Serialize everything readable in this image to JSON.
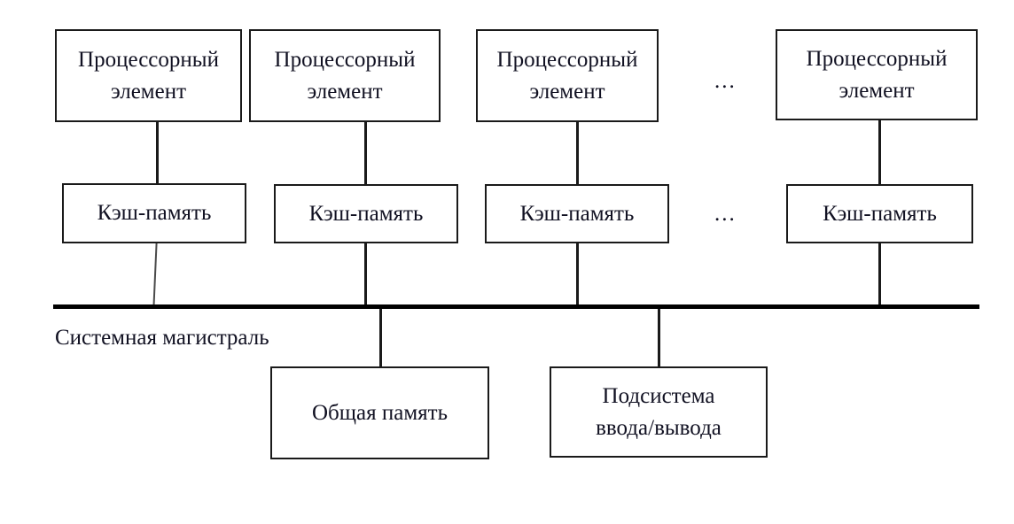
{
  "diagram": {
    "title": "Symmetric multiprocessor bus architecture",
    "background_color": "#ffffff",
    "line_color": "#1a1a1a",
    "bus_color": "#000000",
    "text_color": "#111122",
    "processor_elements": [
      {
        "line1": "Процессорный",
        "line2": "элемент"
      },
      {
        "line1": "Процессорный",
        "line2": "элемент"
      },
      {
        "line1": "Процессорный",
        "line2": "элемент"
      },
      {
        "line1": "Процессорный",
        "line2": "элемент"
      }
    ],
    "cache_modules": [
      {
        "label": "Кэш-память"
      },
      {
        "label": "Кэш-память"
      },
      {
        "label": "Кэш-память"
      },
      {
        "label": "Кэш-память"
      }
    ],
    "ellipsis": {
      "processor_row": "...",
      "cache_row": "..."
    },
    "bus": {
      "label": "Системная магистраль"
    },
    "peripherals": [
      {
        "line1": "Общая память",
        "line2": ""
      },
      {
        "line1": "Подсистема",
        "line2": "ввода/вывода"
      }
    ]
  }
}
